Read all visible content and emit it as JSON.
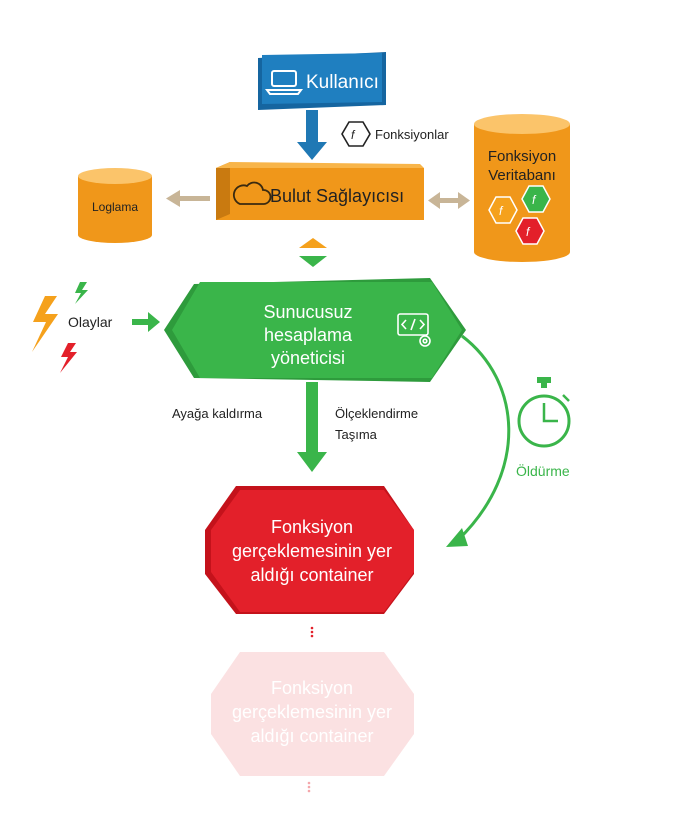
{
  "nodes": {
    "user": "Kullanıcı",
    "cloud": "Bulut Sağlayıcısı",
    "logging": "Loglama",
    "db_line1": "Fonksiyon",
    "db_line2": "Veritabanı",
    "manager_line1": "Sunucusuz",
    "manager_line2": "hesaplama",
    "manager_line3": "yöneticisi",
    "container_line1": "Fonksiyon",
    "container_line2": "gerçeklemesinin yer",
    "container_line3": "aldığı container",
    "ghost_line1": "Fonksiyon",
    "ghost_line2": "gerçeklemesinin yer",
    "ghost_line3": "aldığı container"
  },
  "labels": {
    "functions": "Fonksiyonlar",
    "events": "Olaylar",
    "spin_up": "Ayağa kaldırma",
    "scale_line1": "Ölçeklendirme",
    "scale_line2": "Taşıma",
    "kill": "Öldürme",
    "fx": "f"
  },
  "icons": [
    "laptop-icon",
    "cloud-icon",
    "function-icon",
    "code-gear-icon",
    "stopwatch-icon",
    "lightning-icon"
  ],
  "colors": {
    "blue": "#1f78b4",
    "orange": "#f5a11c",
    "green": "#3ab54a",
    "red": "#e3202a",
    "ghost": "#fbe1e2",
    "arrow_tan": "#c8b597"
  }
}
